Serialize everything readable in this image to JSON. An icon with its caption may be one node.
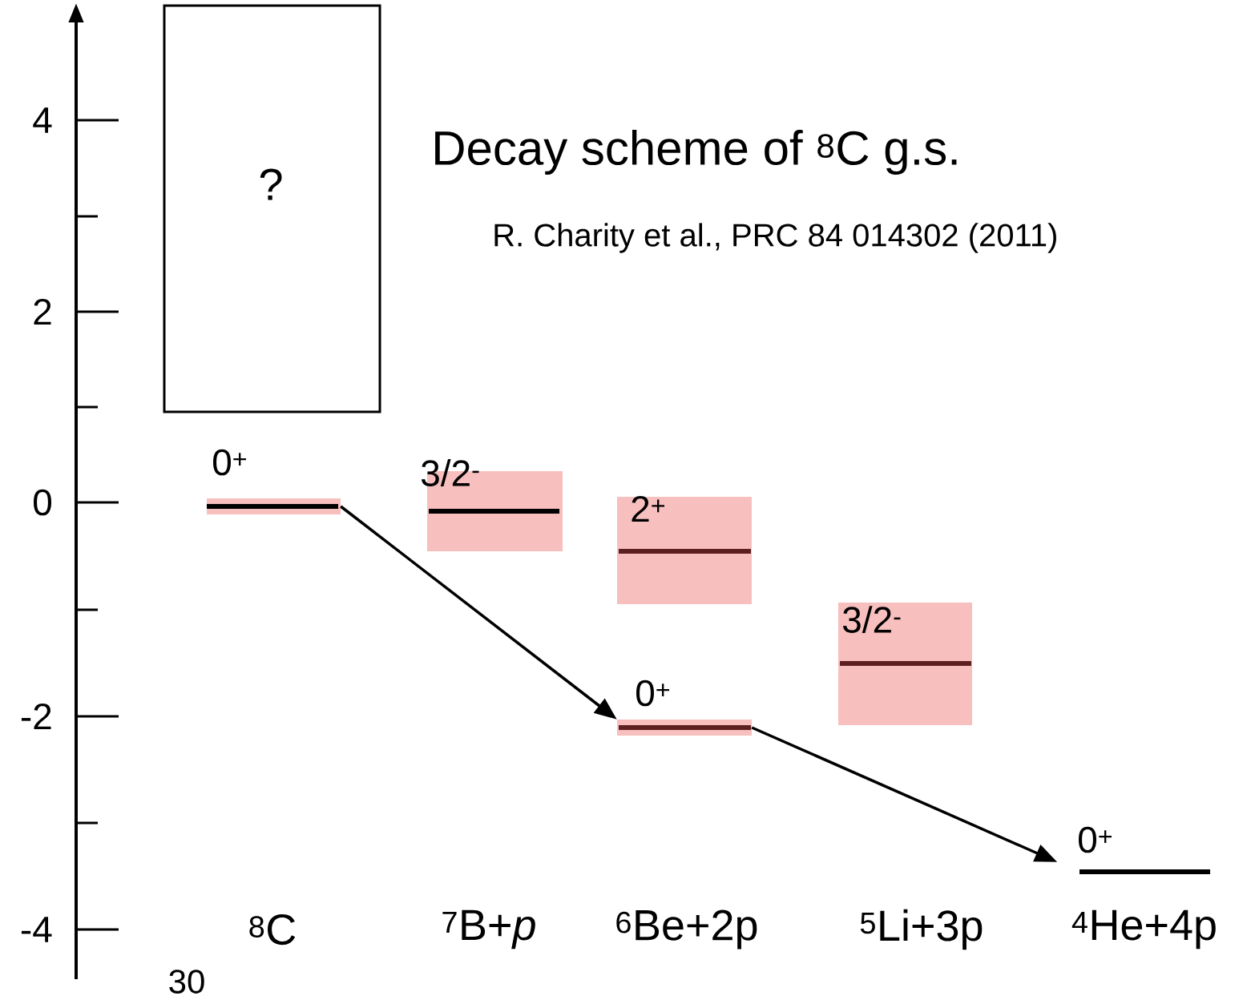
{
  "diagram": {
    "title": "Decay scheme of $^{8}$C g.s.",
    "nodes": [
      {
        "text": [
          "?"
        ]
      },
      {
        "text": [
          "0$^{+}$"
        ]
      },
      {
        "text": [
          "3/2$^{-}$"
        ]
      },
      {
        "text": [
          "2$^{+}$"
        ]
      },
      {
        "text": [
          "0$^{+}$"
        ]
      },
      {
        "text": [
          "3/2$^{-}$"
        ]
      },
      {
        "text": [
          "0$^{+}$"
        ]
      }
    ],
    "edges": [
      {
        "from": 1,
        "to": 4,
        "arrow": "to"
      },
      {
        "from": 4,
        "to": 6,
        "arrow": "to"
      }
    ],
    "labels": [
      "R. Charity et al., PRC 84 014302 (2011)",
      "4",
      "2",
      "0",
      "-2",
      "-4",
      "$^{8}$C",
      "$^{7}$B+*p*",
      "$^{6}$Be+2p",
      "$^{5}$Li+3p",
      "$^{4}$He+4p",
      "30"
    ]
  }
}
